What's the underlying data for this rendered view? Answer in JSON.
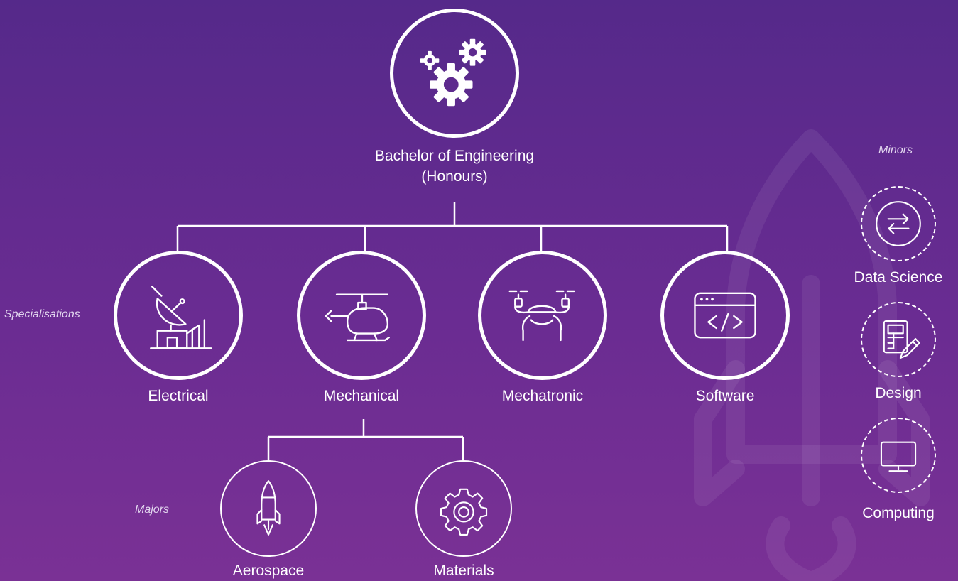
{
  "root": {
    "title_line1": "Bachelor of Engineering",
    "title_line2": "(Honours)",
    "icon": "gears-icon"
  },
  "sections": {
    "specialisations": "Specialisations",
    "majors": "Majors",
    "minors": "Minors"
  },
  "specialisations": [
    {
      "label": "Electrical",
      "icon": "satellite-dish-icon"
    },
    {
      "label": "Mechanical",
      "icon": "helicopter-icon"
    },
    {
      "label": "Mechatronic",
      "icon": "drone-icon"
    },
    {
      "label": "Software",
      "icon": "code-window-icon"
    }
  ],
  "majors": [
    {
      "label": "Aerospace",
      "icon": "rocket-icon"
    },
    {
      "label": "Materials",
      "icon": "gear-icon"
    }
  ],
  "minors": [
    {
      "label": "Data Science",
      "icon": "exchange-arrows-icon"
    },
    {
      "label": "Design",
      "icon": "design-pencil-icon"
    },
    {
      "label": "Computing",
      "icon": "monitor-icon"
    }
  ],
  "colors": {
    "background_top": "#55298a",
    "background_bottom": "#7a3195",
    "foreground": "#ffffff"
  }
}
